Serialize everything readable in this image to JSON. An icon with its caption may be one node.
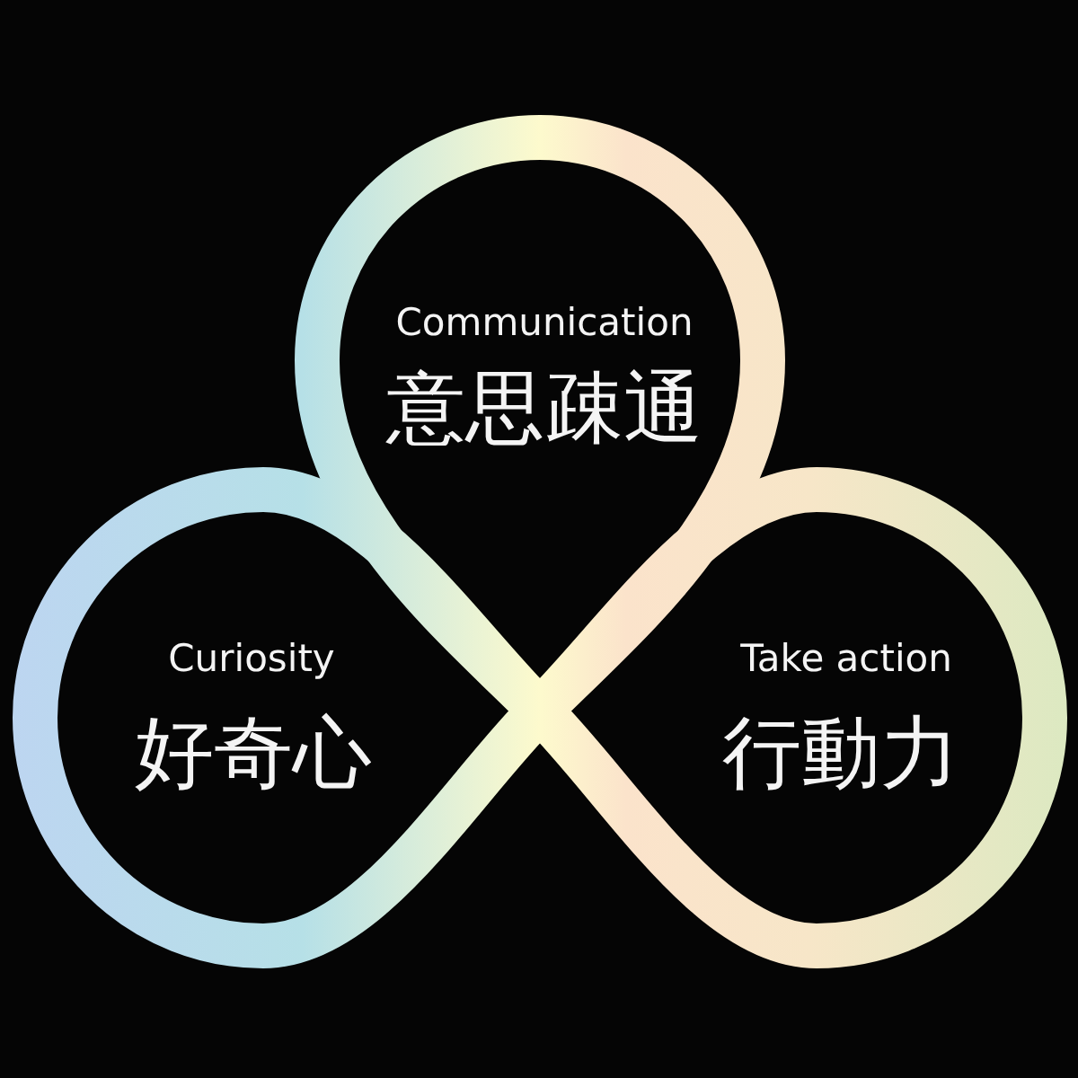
{
  "diagram": {
    "nodes": [
      {
        "text": [
          "Communication",
          "意思疎通"
        ]
      },
      {
        "text": [
          "Curiosity",
          "好奇心"
        ]
      },
      {
        "text": [
          "Take action",
          "行動力"
        ]
      }
    ]
  }
}
